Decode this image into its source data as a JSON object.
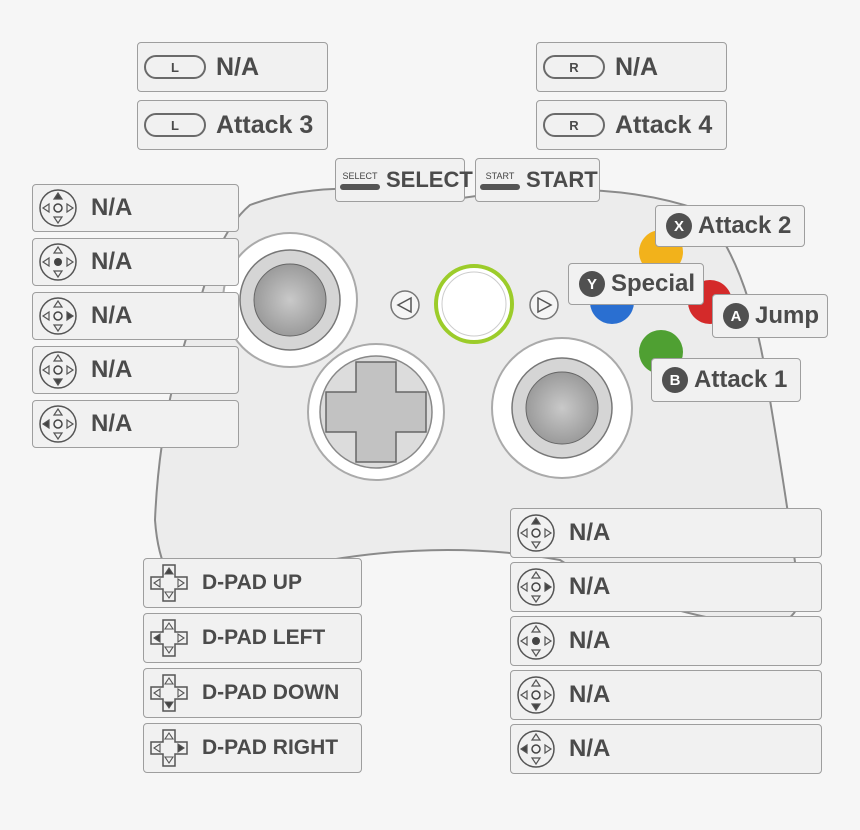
{
  "shoulders": {
    "lb": {
      "pill": "L",
      "action": "N/A"
    },
    "lt": {
      "pill": "L",
      "action": "Attack 3"
    },
    "rb": {
      "pill": "R",
      "action": "N/A"
    },
    "rt": {
      "pill": "R",
      "action": "Attack 4"
    }
  },
  "center": {
    "select": {
      "icon_text": "SELECT",
      "action": "SELECT"
    },
    "start": {
      "icon_text": "START",
      "action": "START"
    }
  },
  "face_buttons": {
    "x": {
      "letter": "X",
      "action": "Attack 2",
      "color": "#f2b21b"
    },
    "y": {
      "letter": "Y",
      "action": "Special",
      "color": "#2a6fd1"
    },
    "a": {
      "letter": "A",
      "action": "Jump",
      "color": "#d42a2a"
    },
    "b": {
      "letter": "B",
      "action": "Attack 1",
      "color": "#4fa032"
    }
  },
  "left_stick": [
    {
      "icon": "stick-up-icon",
      "action": "N/A"
    },
    {
      "icon": "stick-press-icon",
      "action": "N/A"
    },
    {
      "icon": "stick-right-icon",
      "action": "N/A"
    },
    {
      "icon": "stick-down-icon",
      "action": "N/A"
    },
    {
      "icon": "stick-left-icon",
      "action": "N/A"
    }
  ],
  "right_stick": [
    {
      "icon": "stick-up-icon",
      "action": "N/A"
    },
    {
      "icon": "stick-right-icon",
      "action": "N/A"
    },
    {
      "icon": "stick-press-icon",
      "action": "N/A"
    },
    {
      "icon": "stick-down-icon",
      "action": "N/A"
    },
    {
      "icon": "stick-left-icon",
      "action": "N/A"
    }
  ],
  "dpad": [
    {
      "icon": "dpad-up-icon",
      "action": "D-PAD UP"
    },
    {
      "icon": "dpad-left-icon",
      "action": "D-PAD LEFT"
    },
    {
      "icon": "dpad-down-icon",
      "action": "D-PAD DOWN"
    },
    {
      "icon": "dpad-right-icon",
      "action": "D-PAD RIGHT"
    }
  ],
  "colors": {
    "guide_ring": "#9ccc2a",
    "label_text": "#4b4b4b",
    "controller_body": "#e9e9e9"
  }
}
